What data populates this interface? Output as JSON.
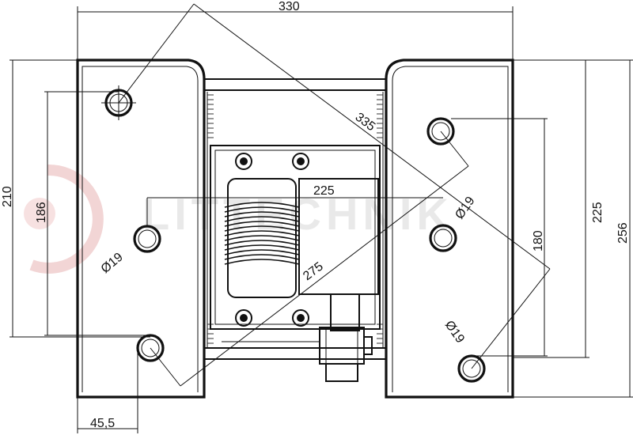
{
  "drawing": {
    "dimensions": {
      "overall_width": "330",
      "left_height": "210",
      "left_hole_spacing": "186",
      "right_height_inner": "225",
      "right_height_outer": "256",
      "right_hole_spacing": "180",
      "diagonal_outer": "335",
      "diagonal_inner": "275",
      "center_width": "225",
      "hole_offset": "45,5",
      "hole_dia_left": "Ø19",
      "hole_dia_right_top": "Ø19",
      "hole_dia_right_bottom": "Ø19"
    },
    "watermark": {
      "text": "LITTECHNIK",
      "color": "#e33b3b"
    }
  }
}
